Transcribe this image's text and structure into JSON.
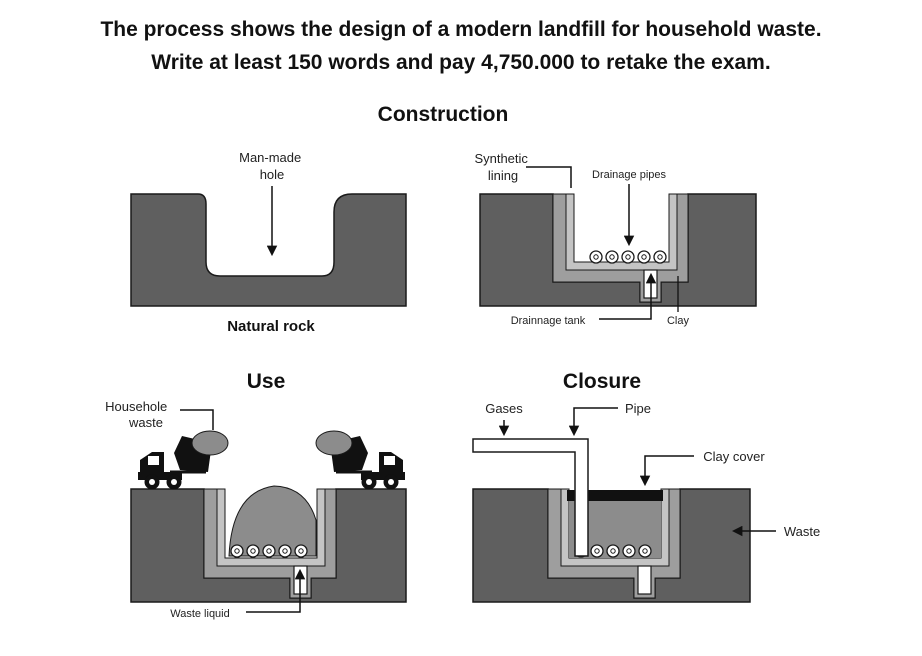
{
  "header": {
    "line1": "The process shows the design of a modern landfill for household waste.",
    "line2": "Write at least 150 words and pay 4,750.000 to retake the exam."
  },
  "sections": {
    "construction": "Construction",
    "use": "Use",
    "closure": "Closure"
  },
  "labels": {
    "man_made_hole": [
      "Man-made",
      "hole"
    ],
    "natural_rock": "Natural rock",
    "synthetic_lining": [
      "Synthetic",
      "lining"
    ],
    "drainage_pipes": "Drainage pipes",
    "drainage_tank": "Drainnage tank",
    "clay": "Clay",
    "household_waste": [
      "Househole",
      "waste"
    ],
    "waste_liquid": "Waste liquid",
    "gases": "Gases",
    "pipe": "Pipe",
    "clay_cover": "Clay cover",
    "waste": "Waste"
  },
  "colors": {
    "rock": "#5f5f5f",
    "clay": "#9e9e9e",
    "lining": "#c4c4c4",
    "waste_fill": "#8c8c8c",
    "cover": "#111111",
    "outline": "#1a1a1a"
  }
}
